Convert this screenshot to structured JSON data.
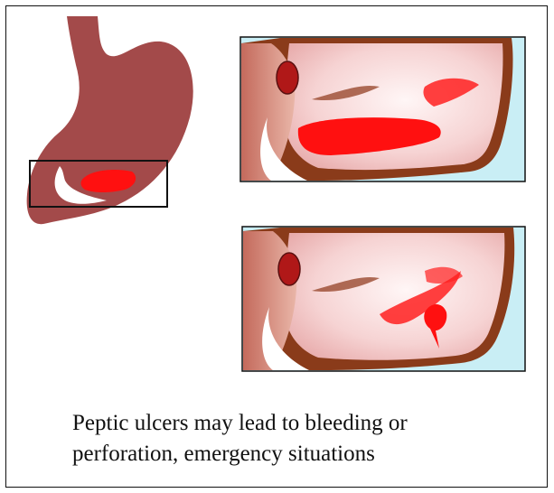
{
  "caption": {
    "line1": "Peptic ulcers may lead to bleeding or",
    "line2": "perforation, emergency situations"
  },
  "colors": {
    "stomach": "#a34a4a",
    "ulcer": "#ff1010",
    "sky": "#c9eef5",
    "wall": "#8a3b1a",
    "inner": "#f3c9c9"
  },
  "icons": [
    "stomach-silhouette-icon",
    "bleeding-ulcer-detail",
    "perforated-ulcer-detail"
  ]
}
